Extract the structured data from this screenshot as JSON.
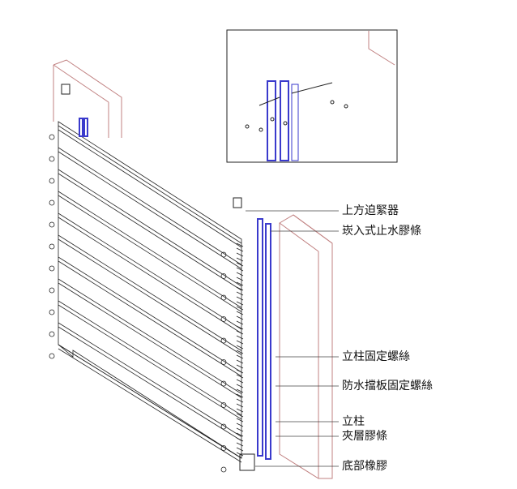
{
  "labels": [
    {
      "id": "top-clamp",
      "text": "上方迫緊器"
    },
    {
      "id": "insert-seal",
      "text": "崁入式止水膠條"
    },
    {
      "id": "post-screw",
      "text": "立柱固定螺絲"
    },
    {
      "id": "panel-screw",
      "text": "防水擋板固定螺絲"
    },
    {
      "id": "post",
      "text": "立柱"
    },
    {
      "id": "gasket",
      "text": "夾層膠條"
    },
    {
      "id": "bottom-rubber",
      "text": "底部橡膠"
    }
  ],
  "colors": {
    "post": "#3a3acc",
    "wall": "#c08080",
    "line": "#222222"
  }
}
